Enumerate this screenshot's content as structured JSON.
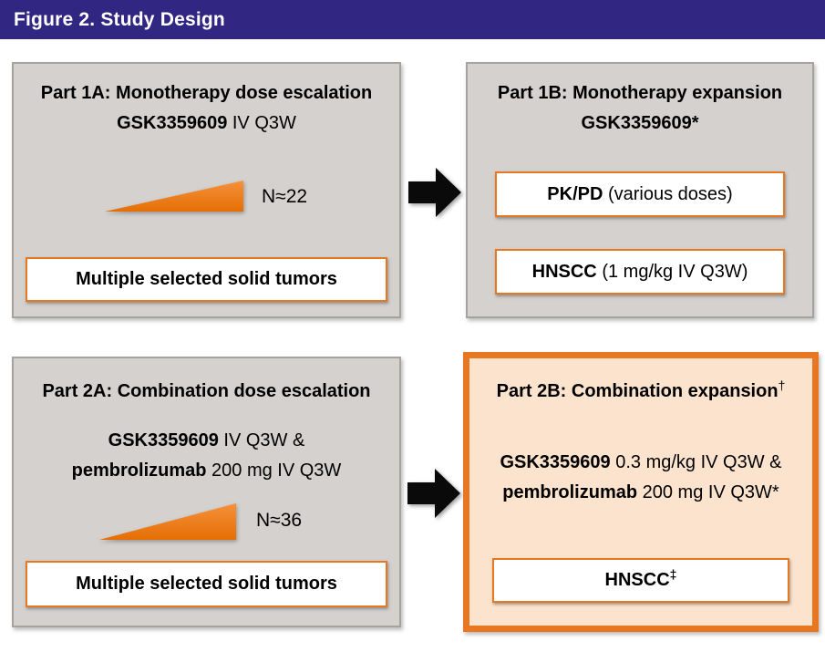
{
  "header": {
    "title": "Figure 2. Study Design"
  },
  "panels": {
    "part1a": {
      "title": "Part 1A: Monotherapy dose escalation",
      "drug_bold": "GSK3359609",
      "drug_rest": " IV Q3W",
      "n_label": "N≈22",
      "bottom_box": "Multiple selected solid tumors"
    },
    "part1b": {
      "title": "Part 1B: Monotherapy expansion",
      "subtitle": "GSK3359609*",
      "box1_bold": "PK/PD",
      "box1_rest": " (various doses)",
      "box2_bold": "HNSCC",
      "box2_rest": " (1 mg/kg IV Q3W)"
    },
    "part2a": {
      "title": "Part 2A: Combination dose escalation",
      "line1_bold": "GSK3359609",
      "line1_rest": " IV Q3W &",
      "line2_bold": "pembrolizumab",
      "line2_rest": " 200 mg IV Q3W",
      "n_label": "N≈36",
      "bottom_box": "Multiple selected solid tumors"
    },
    "part2b": {
      "title": "Part 2B: Combination expansion",
      "title_sup": "†",
      "line1_bold": "GSK3359609",
      "line1_rest": " 0.3 mg/kg IV Q3W &",
      "line2_bold": "pembrolizumab",
      "line2_rest": " 200 mg IV Q3W*",
      "box_bold": "HNSCC",
      "box_sup": "‡"
    }
  },
  "colors": {
    "header_purple": "#312782",
    "panel_gray_fill": "#D4D1CE",
    "panel_gray_border": "#A6A29E",
    "accent_orange": "#E87722",
    "wedge_orange_dark": "#E56E04",
    "wedge_orange_light": "#F5913B",
    "highlight_panel_fill": "#FCE3CD",
    "arrow_black": "#0A0A0A"
  }
}
